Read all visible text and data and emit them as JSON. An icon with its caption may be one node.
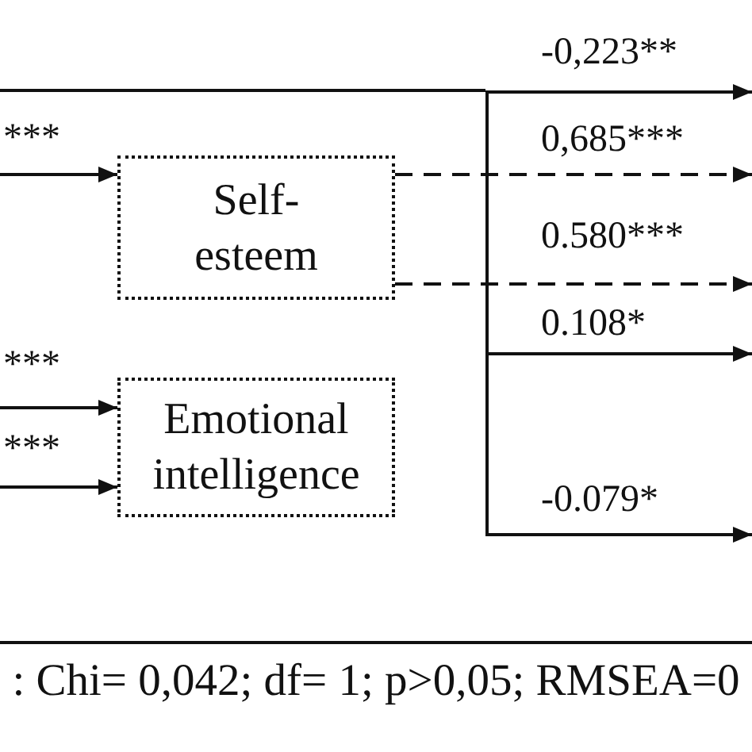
{
  "diagram": {
    "caption": ": Chi= 0,042; df= 1; p>0,05; RMSEA=0",
    "nodes": [
      {
        "text": [
          "Self-esteem"
        ]
      },
      {
        "text": [
          "Emotional intelligence"
        ]
      },
      {
        "text": [],
        "shape": "bar"
      }
    ],
    "edges": [
      {
        "from": null,
        "to": 2,
        "arrow": "none"
      },
      {
        "from": 2,
        "to": null,
        "arrow": "to",
        "label": "-0,223**"
      },
      {
        "from": null,
        "to": 0,
        "arrow": "to",
        "label": "***"
      },
      {
        "from": 0,
        "to": null,
        "arrow": "to",
        "label": "0,685***",
        "style": "dashed"
      },
      {
        "from": 0,
        "to": null,
        "arrow": "to",
        "label": "0.580***",
        "style": "dashed"
      },
      {
        "from": 2,
        "to": null,
        "arrow": "to",
        "label": "0.108*"
      },
      {
        "from": null,
        "to": 1,
        "arrow": "to",
        "label": "***"
      },
      {
        "from": null,
        "to": 1,
        "arrow": "to",
        "label": "***"
      },
      {
        "from": 2,
        "to": null,
        "arrow": "to",
        "label": "-0.079*"
      }
    ]
  }
}
